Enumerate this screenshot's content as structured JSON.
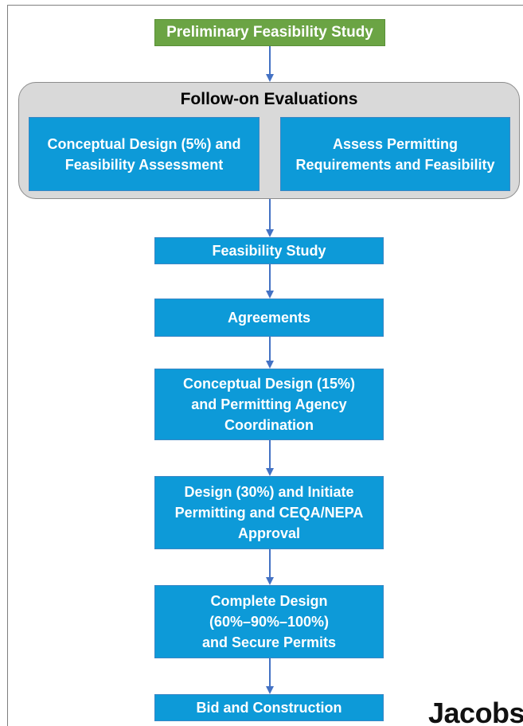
{
  "diagram": {
    "start": "Preliminary Feasibility Study",
    "group_title": "Follow-on Evaluations",
    "group_left": "Conceptual Design (5%) and\nFeasibility Assessment",
    "group_right": "Assess Permitting\nRequirements and Feasibility",
    "steps": [
      "Feasibility Study",
      "Agreements",
      "Conceptual Design (15%)\nand Permitting Agency\nCoordination",
      "Design (30%) and Initiate\nPermitting and CEQA/NEPA\nApproval",
      "Complete Design\n(60%–90%–100%)\nand Secure Permits",
      "Bid and Construction"
    ]
  },
  "logo": {
    "text": "Jacobs"
  },
  "colors": {
    "box_blue": "#0d9ad8",
    "box_green": "#6ba444",
    "arrow": "#4472c4",
    "group_fill": "#d9d9d9"
  }
}
